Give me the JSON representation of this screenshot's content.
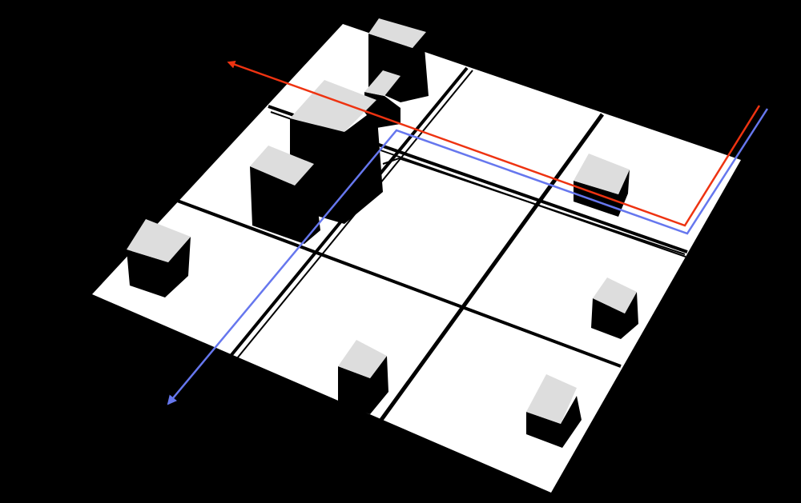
{
  "colors": {
    "background": "#000000",
    "ground": "#ffffff",
    "block_top": "#dddddd",
    "block_side": "#000000",
    "street_line": "#000000",
    "route_red": "#ee3311",
    "route_blue": "#6677ee"
  },
  "routes": [
    {
      "name": "",
      "color_key": "route_red",
      "arrow": "start"
    },
    {
      "name": "",
      "color_key": "route_blue",
      "arrow": "end"
    }
  ],
  "legend": []
}
